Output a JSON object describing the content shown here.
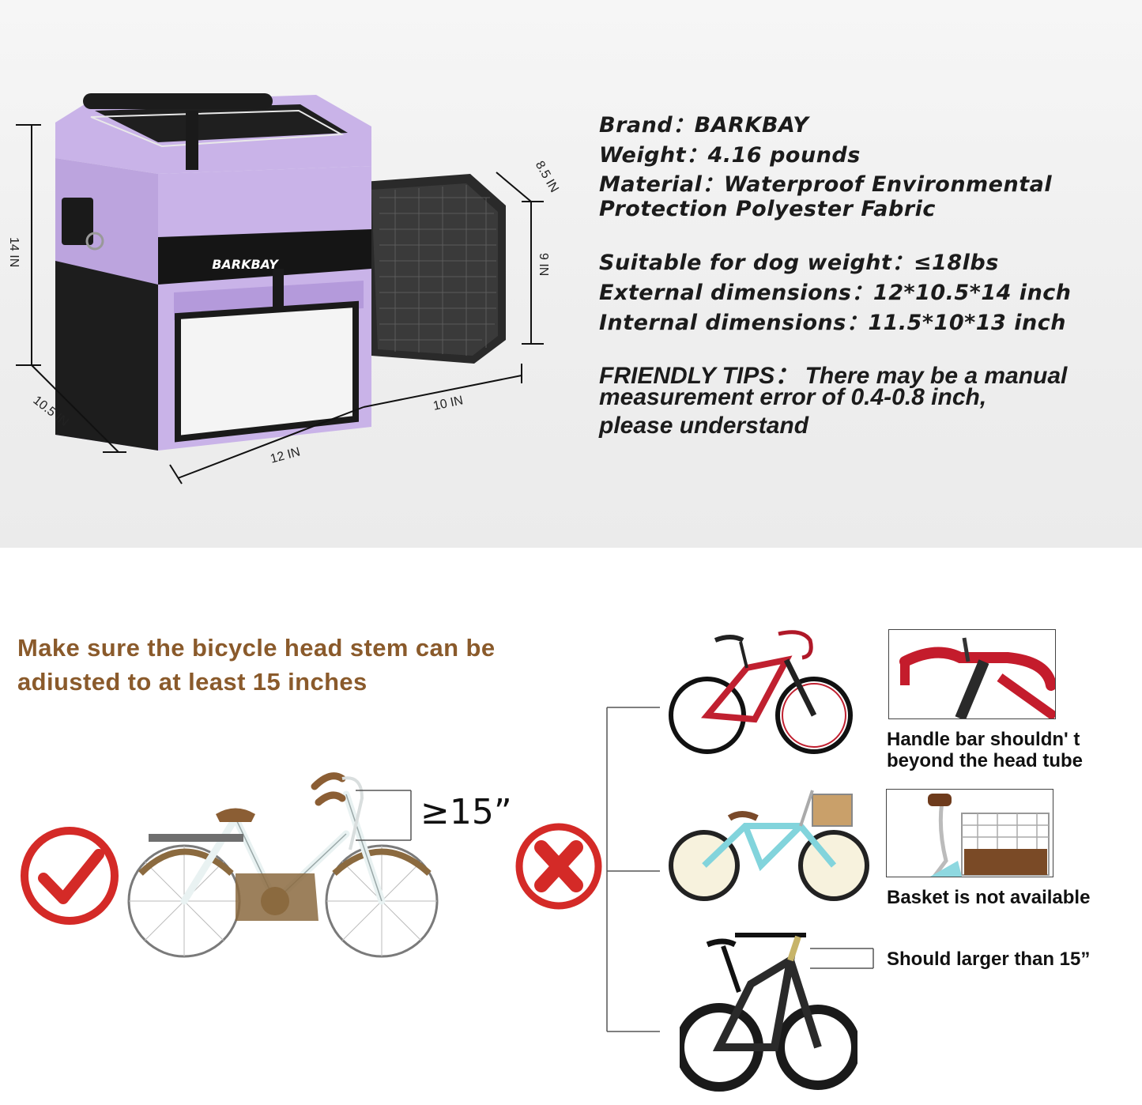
{
  "specs": {
    "brand": "Brand：BARKBAY",
    "weight": "Weight：4.16 pounds",
    "material_line1": "Material：Waterproof Environmental",
    "material_line2": "Protection Polyester Fabric",
    "dog_weight": "Suitable for dog weight：≤18lbs",
    "external": "External  dimensions：12*10.5*14 inch",
    "internal": "Internal dimensions：11.5*10*13 inch",
    "tips_line1": "FRIENDLY TIPS：  There may be a manual",
    "tips_line2": "measurement error of 0.4-0.8 inch,",
    "tips_line3": "please understand"
  },
  "dimensions": {
    "height": "14 IN",
    "depth": "10.5 IN",
    "width": "12 IN",
    "extension": "10 IN",
    "ext_height": "9 IN",
    "ext_top": "8.5 IN"
  },
  "product": {
    "logo_text": "BARKBAY",
    "main_color": "#c9b3e8",
    "accent_color": "#1a1a1a"
  },
  "instructions": {
    "headline_line1": "Make sure the bicycle head stem can be",
    "headline_line2": "adiusted to at least 15 inches",
    "measure_label": "≥15”",
    "correct_icon": "check-icon",
    "wrong_icon": "x-icon",
    "caption_handlebar_line1": "Handle bar shouldn' t",
    "caption_handlebar_line2": "beyond the head tube",
    "caption_basket": "Basket is not available",
    "caption_larger": "Should larger than 15”",
    "brown_color": "#8a5a2b",
    "mark_red": "#d42a27"
  }
}
